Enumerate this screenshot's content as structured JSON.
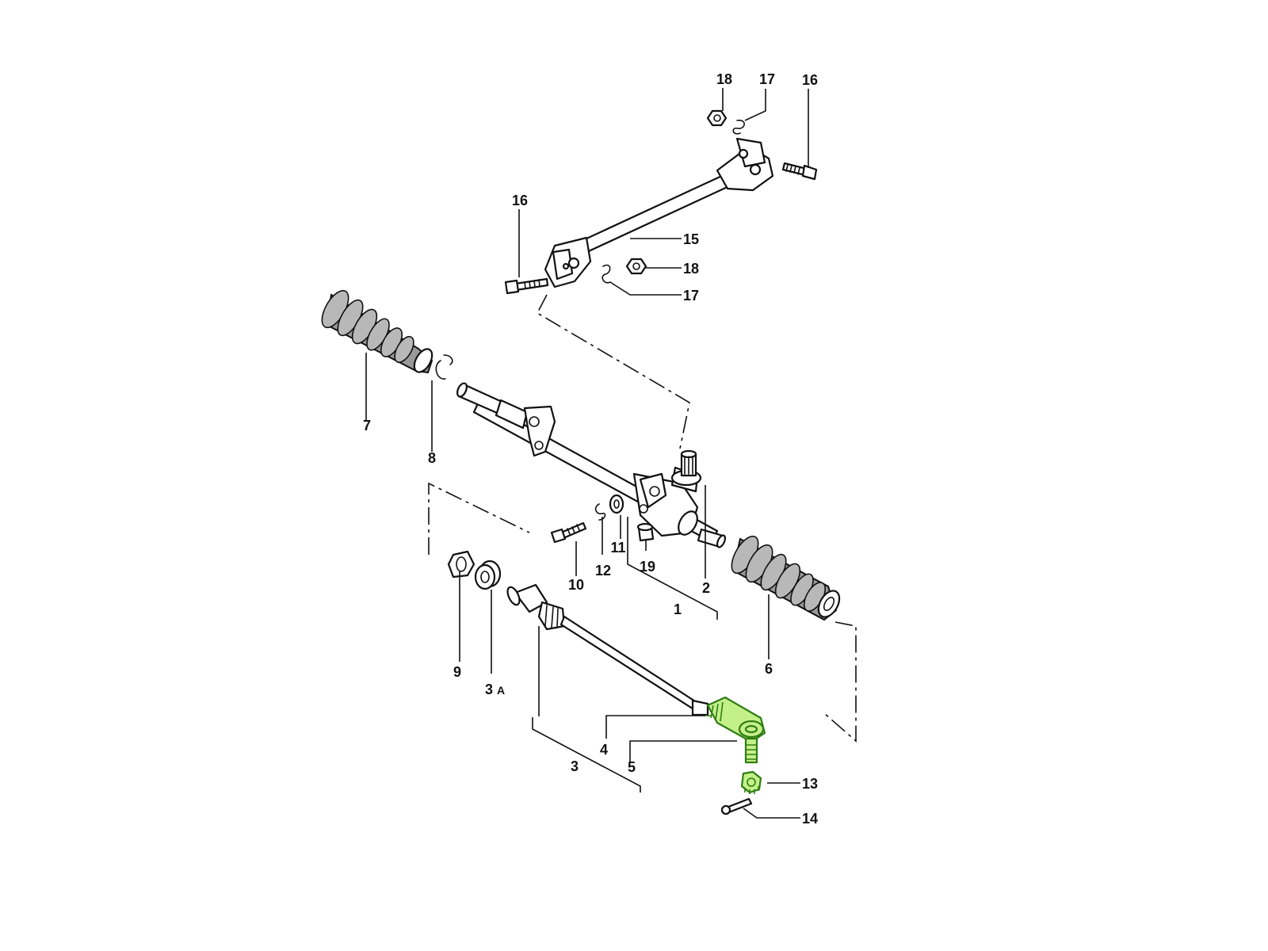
{
  "diagram": {
    "highlight_color": "#c4f08a",
    "highlight_stroke": "#2f7d12",
    "line_color": "#111111",
    "labels": {
      "l1": "1",
      "l2": "2",
      "l3": "3",
      "l3a_num": "3",
      "l3a_suffix": "A",
      "l4": "4",
      "l5": "5",
      "l6": "6",
      "l7": "7",
      "l8": "8",
      "l9": "9",
      "l10": "10",
      "l11": "11",
      "l12": "12",
      "l13": "13",
      "l14": "14",
      "l15": "15",
      "l16_top": "16",
      "l16_left": "16",
      "l17_top": "17",
      "l17_mid": "17",
      "l18_top": "18",
      "l18_mid": "18",
      "l19": "19"
    }
  }
}
